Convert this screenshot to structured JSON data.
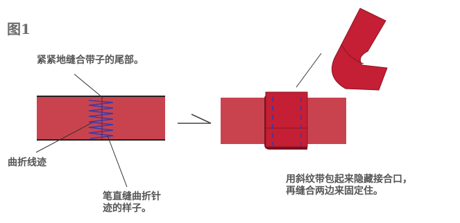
{
  "figure_label": "图1",
  "annotations": {
    "tail_seam": "紧紧地缝合带子的尾部。",
    "zigzag_trace": "曲折线迹",
    "straight_zigzag_lines": [
      "笔直缝曲折针",
      "迹的样子。"
    ],
    "bias_wrap": [
      "用斜纹带包起来隐藏接合口，",
      "再缝合两边来固定住。"
    ]
  },
  "colors": {
    "strap_fill": "#c9434f",
    "strap_dark": "#b8313d",
    "bias_fill": "#c41f34",
    "bias_edge": "#8a1525",
    "zigzag_stitch": "#3a3aa8",
    "leader_line": "#333333"
  },
  "icons": [
    "right-arrow-icon"
  ]
}
